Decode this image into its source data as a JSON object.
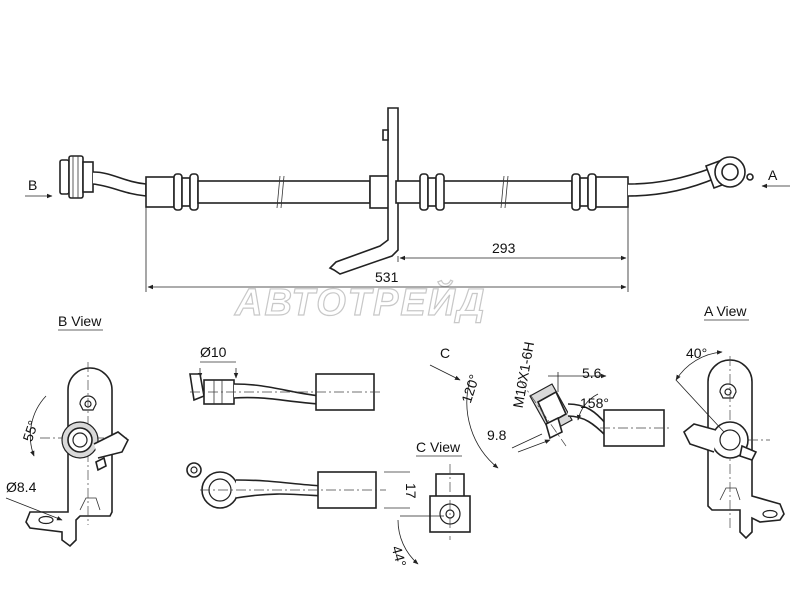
{
  "labels": {
    "view_b_arrow": "B",
    "view_a_arrow": "A",
    "dim_overall": "531",
    "dim_partial": "293",
    "b_view_title": "B View",
    "a_view_title": "A View",
    "c_view_title": "C View",
    "section_c": "C",
    "diameter_10": "Ø10",
    "diameter_8_4": "Ø8.4",
    "angle_55": "55°",
    "angle_40": "40°",
    "angle_120": "120°",
    "angle_158": "158°",
    "angle_44": "44°",
    "thread": "M10X1-6H",
    "dim_5_6": "5.6",
    "dim_9_8": "9.8",
    "dim_17": "17"
  },
  "watermark": "АВТОТРЕЙД",
  "colors": {
    "line": "#222222",
    "fitting_fill": "#d9d9d9",
    "watermark": "#c8c8c8"
  }
}
